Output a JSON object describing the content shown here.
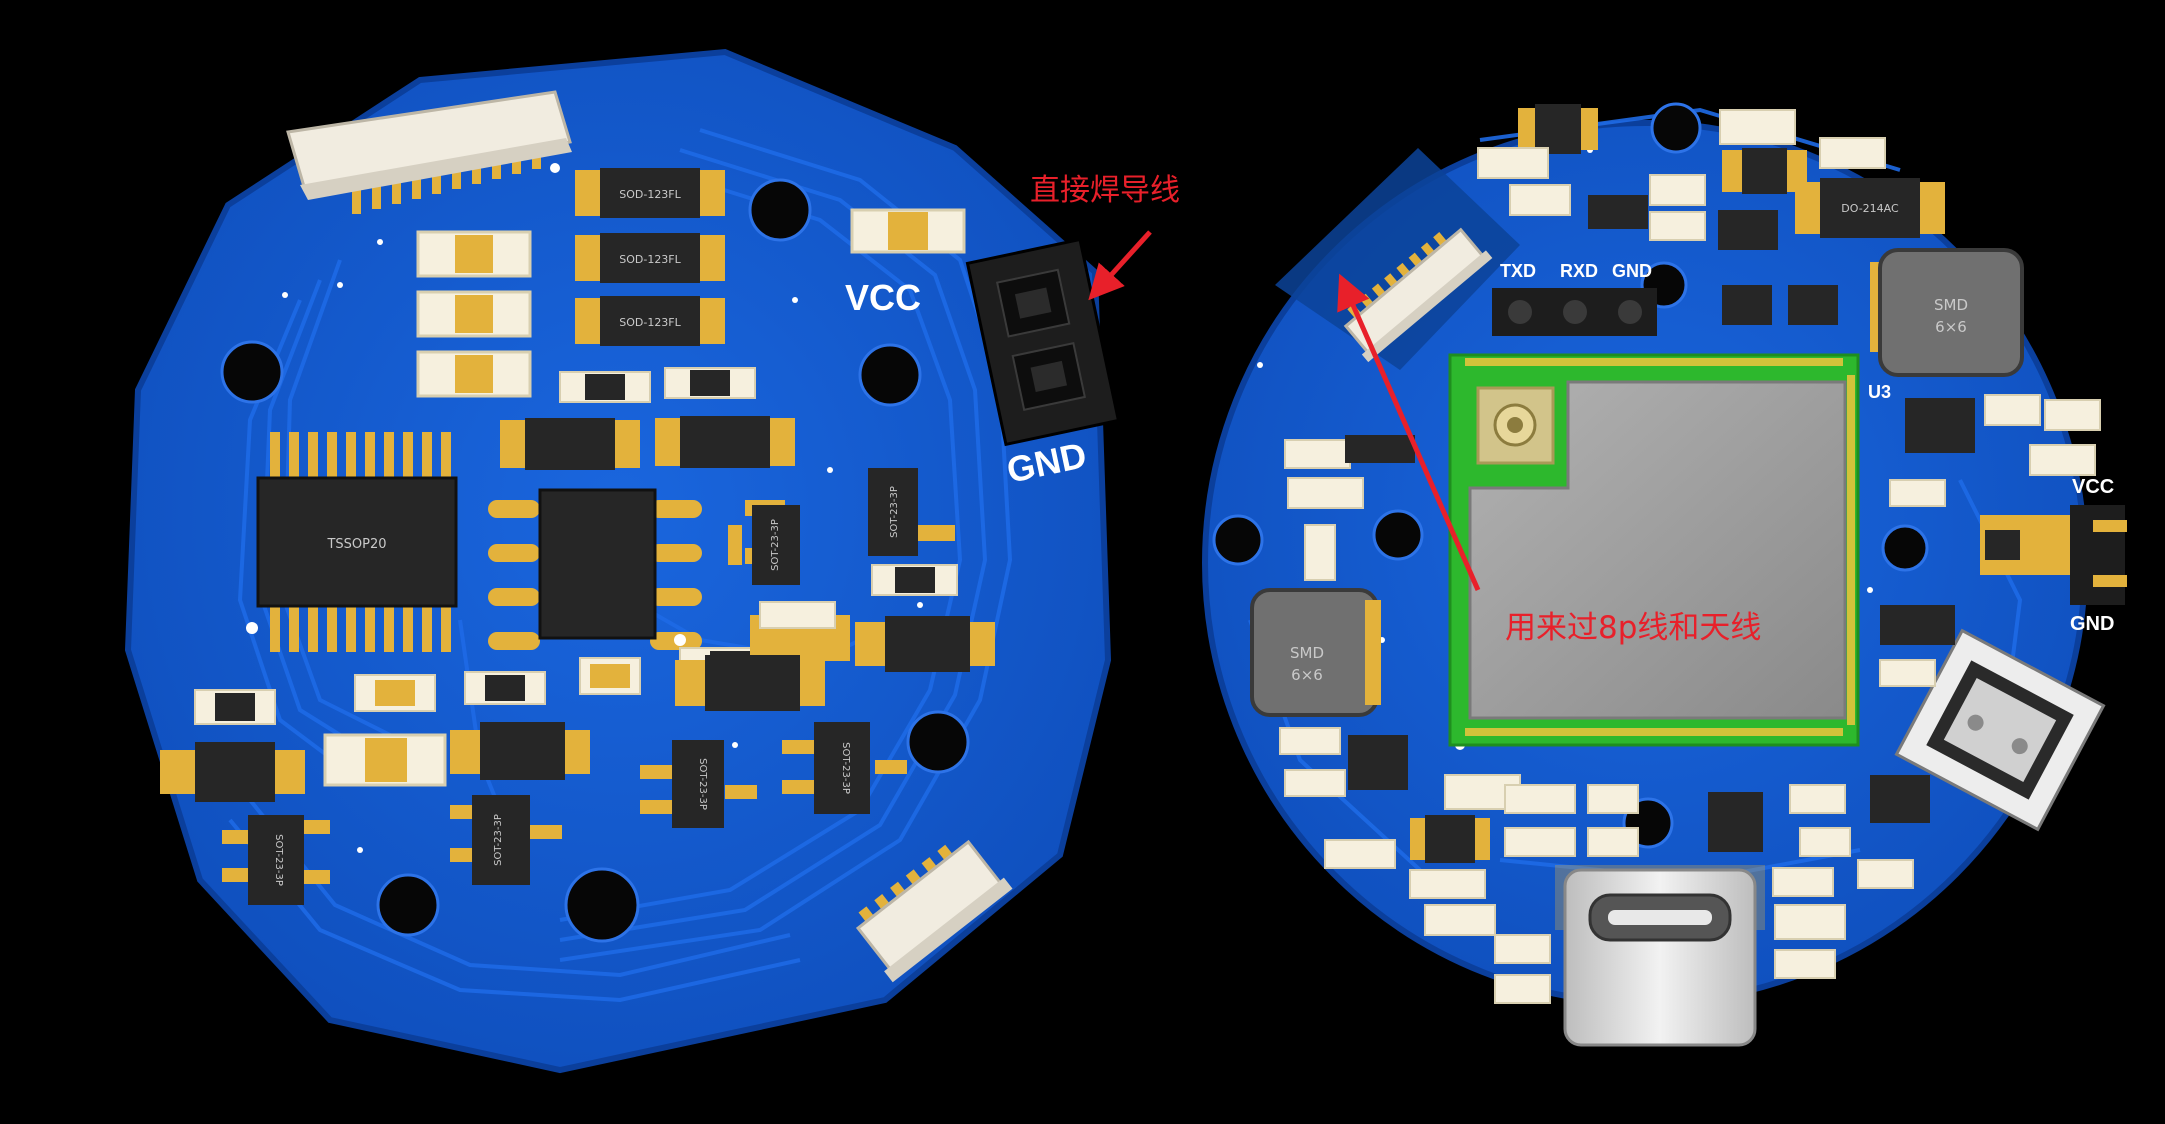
{
  "colors": {
    "background": "#000000",
    "pcb": "#1257c9",
    "pcb_edge": "#0b3f9c",
    "trace": "#1a64dc",
    "pad": "#e3b23c",
    "chip": "#262626",
    "annotation": "#e8202a",
    "module_green": "#2db82d",
    "module_shield": "#9d9d9d"
  },
  "left_board": {
    "pin_labels": {
      "vcc": "VCC",
      "gnd": "GND"
    },
    "ic_label": "TSSOP20",
    "diode_label": "SOD-123FL",
    "transistor_label": "SOT-23-3P",
    "annotation": "直接焊导线"
  },
  "right_board": {
    "uart_labels": {
      "txd": "TXD",
      "rxd": "RXD",
      "gnd": "GND"
    },
    "pin_labels": {
      "vcc": "VCC",
      "gnd": "GND"
    },
    "inductor_label": {
      "line1": "SMD",
      "line2": "6×6"
    },
    "diode_label": "DO-214AC",
    "ref_label": "U3",
    "annotation": "用来过8p线和天线"
  }
}
